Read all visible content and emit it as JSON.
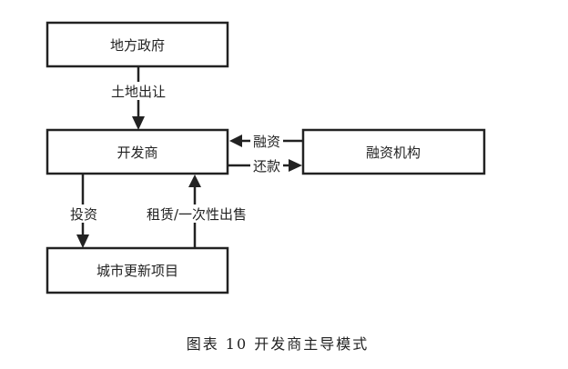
{
  "nodes": {
    "government": "地方政府",
    "developer": "开发商",
    "financier": "融资机构",
    "project": "城市更新项目"
  },
  "edges": {
    "land_transfer": "土地出让",
    "financing": "融资",
    "repayment": "还款",
    "investment": "投资",
    "lease_sale": "租赁/一次性出售"
  },
  "caption": "图表 10  开发商主导模式"
}
